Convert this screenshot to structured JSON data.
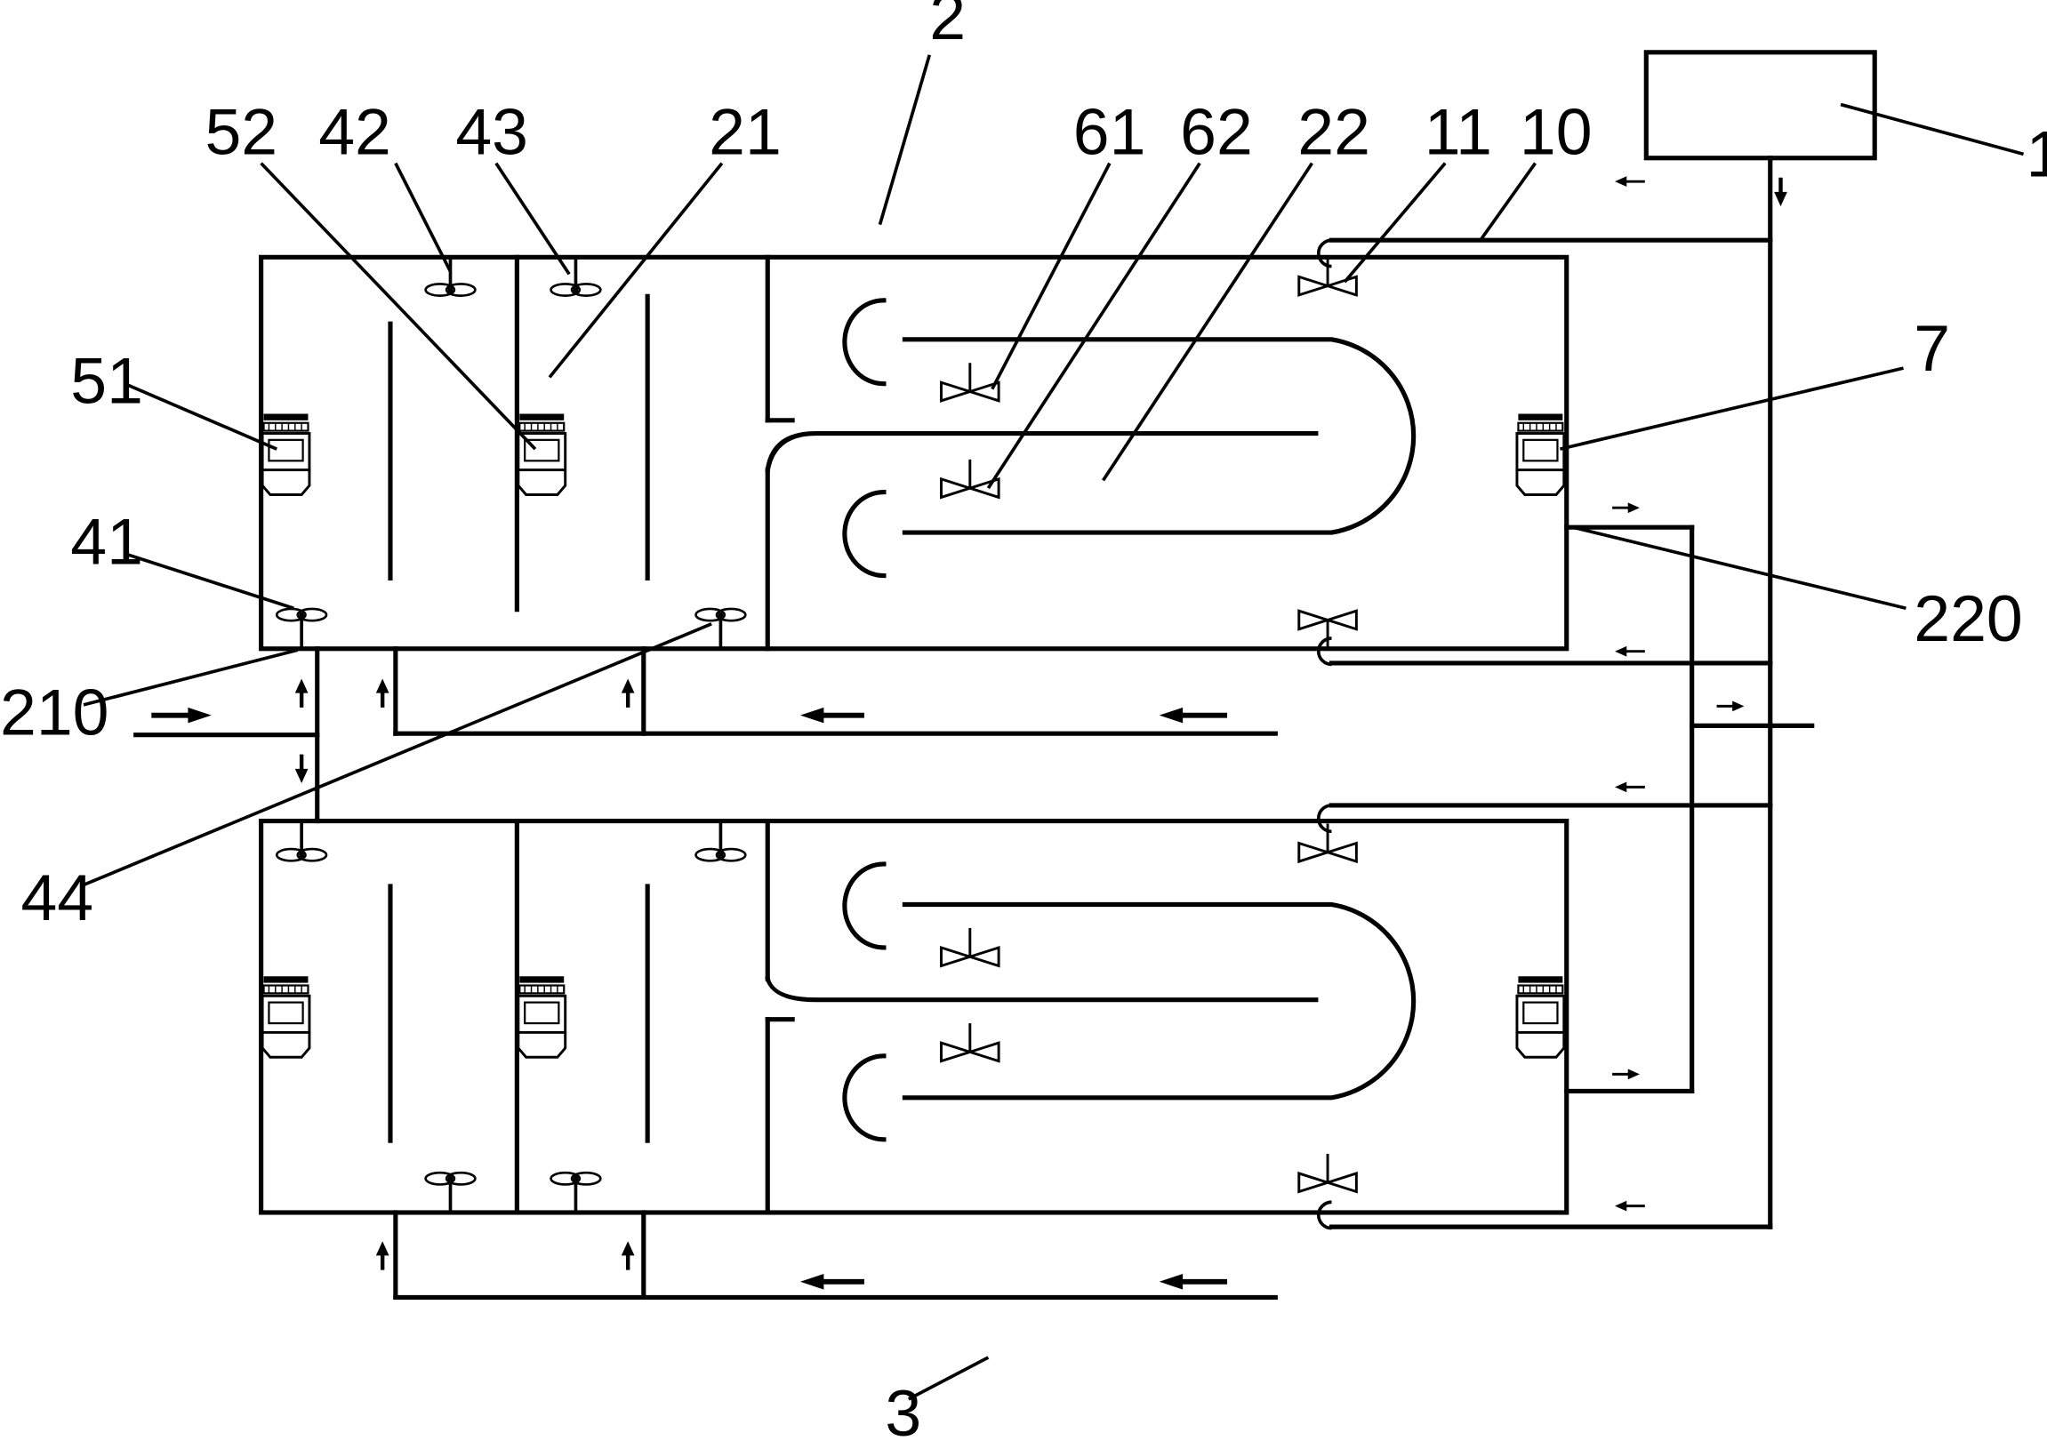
{
  "labels": {
    "l1": "1",
    "l2": "2",
    "l3": "3",
    "l7": "7",
    "l10": "10",
    "l11": "11",
    "l21": "21",
    "l22": "22",
    "l41": "41",
    "l42": "42",
    "l43": "43",
    "l44": "44",
    "l51": "51",
    "l52": "52",
    "l61": "61",
    "l62": "62",
    "l210": "210",
    "l220": "220"
  }
}
